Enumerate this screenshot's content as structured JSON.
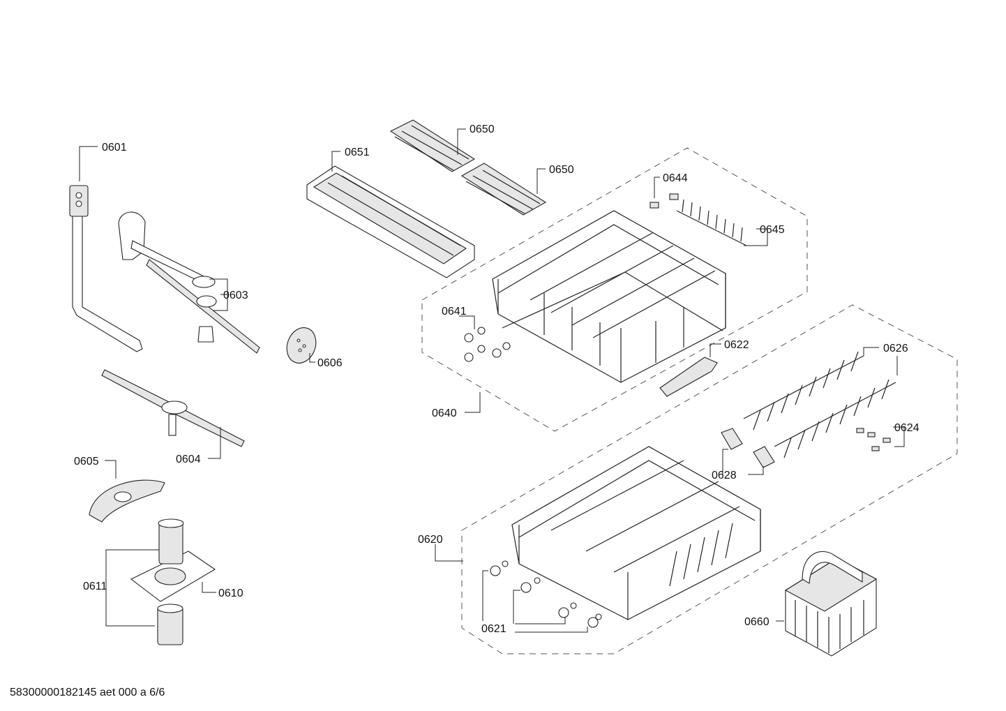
{
  "diagram": {
    "part_labels": {
      "p0601": "0601",
      "p0603": "0603",
      "p0604": "0604",
      "p0605": "0605",
      "p0606": "0606",
      "p0610": "0610",
      "p0611": "0611",
      "p0620": "0620",
      "p0621": "0621",
      "p0622": "0622",
      "p0624": "0624",
      "p0626": "0626",
      "p0628": "0628",
      "p0640": "0640",
      "p0641": "0641",
      "p0644": "0644",
      "p0645": "0645",
      "p0650a": "0650",
      "p0650b": "0650",
      "p0651": "0651",
      "p0660": "0660"
    },
    "footer": "58300000182145 aet 000 a 6/6"
  }
}
